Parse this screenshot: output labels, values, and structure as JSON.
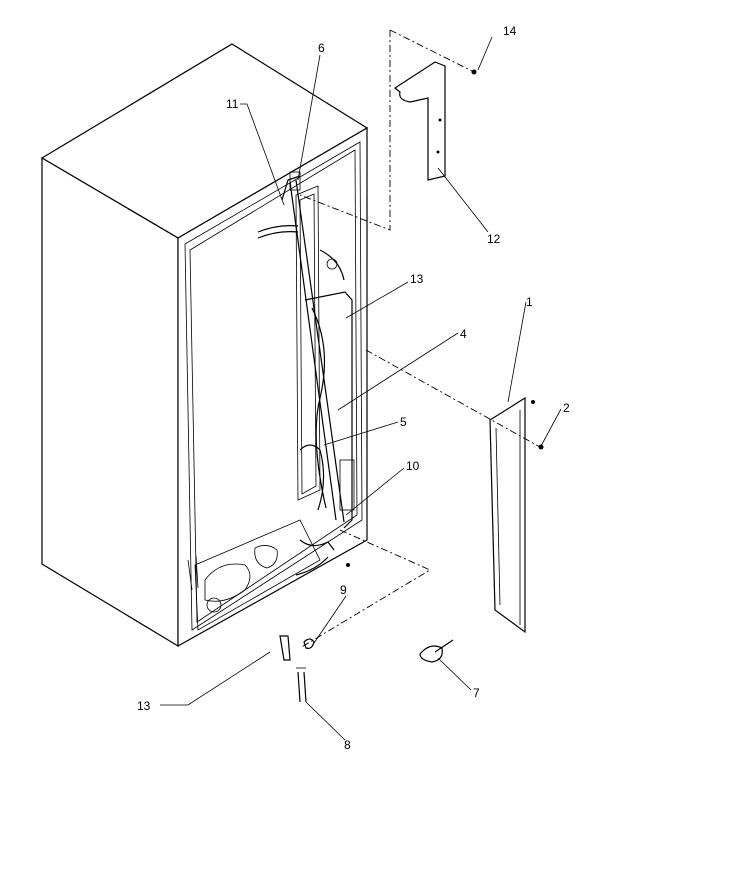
{
  "callouts": [
    {
      "id": "c1",
      "text": "1"
    },
    {
      "id": "c2",
      "text": "2"
    },
    {
      "id": "c4",
      "text": "4"
    },
    {
      "id": "c5",
      "text": "5"
    },
    {
      "id": "c6",
      "text": "6"
    },
    {
      "id": "c7",
      "text": "7"
    },
    {
      "id": "c8",
      "text": "8"
    },
    {
      "id": "c9",
      "text": "9"
    },
    {
      "id": "c10",
      "text": "10"
    },
    {
      "id": "c11",
      "text": "11"
    },
    {
      "id": "c12",
      "text": "12"
    },
    {
      "id": "c13a",
      "text": "13"
    },
    {
      "id": "c13b",
      "text": "13"
    },
    {
      "id": "c14",
      "text": "14"
    }
  ]
}
